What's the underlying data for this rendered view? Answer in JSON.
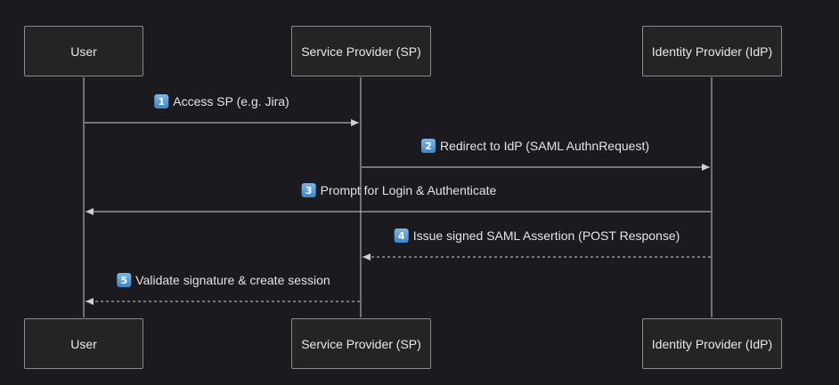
{
  "participants": {
    "user": "User",
    "sp": "Service Provider (SP)",
    "idp": "Identity Provider (IdP)"
  },
  "messages": [
    {
      "num": "1",
      "text": "Access SP (e.g. Jira)",
      "from": "user",
      "to": "sp",
      "style": "solid"
    },
    {
      "num": "2",
      "text": "Redirect to IdP (SAML AuthnRequest)",
      "from": "sp",
      "to": "idp",
      "style": "solid"
    },
    {
      "num": "3",
      "text": "Prompt for Login & Authenticate",
      "from": "idp",
      "to": "user",
      "style": "solid"
    },
    {
      "num": "4",
      "text": "Issue signed SAML Assertion (POST Response)",
      "from": "idp",
      "to": "sp",
      "style": "dashed"
    },
    {
      "num": "5",
      "text": "Validate signature & create session",
      "from": "sp",
      "to": "user",
      "style": "dashed"
    }
  ],
  "colors": {
    "background": "#1b1b1f",
    "line": "#d0d0d0",
    "actor_fill": "#242424",
    "actor_border": "#8a8a8a",
    "text": "#e4e4e4",
    "badge": "#4a90d9"
  }
}
